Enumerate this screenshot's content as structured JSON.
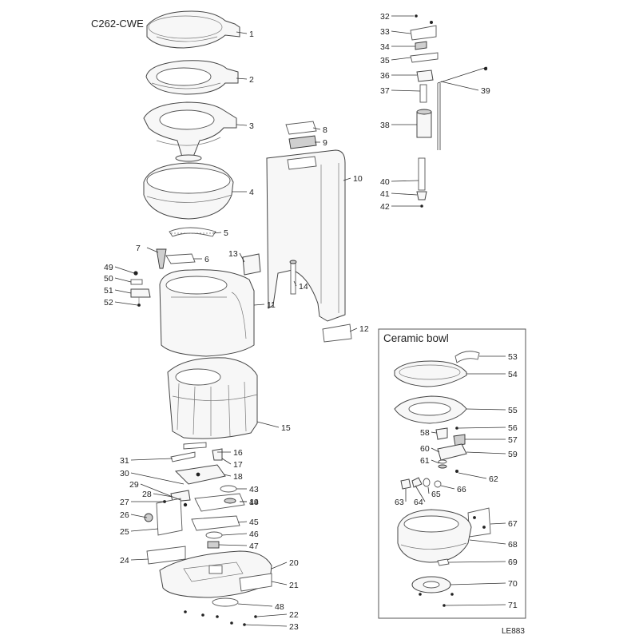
{
  "title": "C262-CWE",
  "code": "LE883",
  "inset_title": "Ceramic bowl",
  "callouts": [
    "1",
    "2",
    "3",
    "4",
    "5",
    "6",
    "7",
    "8",
    "9",
    "10",
    "11",
    "12",
    "13",
    "14",
    "15",
    "16",
    "17",
    "18",
    "19",
    "20",
    "21",
    "22",
    "23",
    "24",
    "25",
    "26",
    "27",
    "28",
    "29",
    "30",
    "31",
    "32",
    "33",
    "34",
    "35",
    "36",
    "37",
    "38",
    "39",
    "40",
    "41",
    "42",
    "43",
    "44",
    "45",
    "46",
    "47",
    "48",
    "49",
    "50",
    "51",
    "52",
    "53",
    "54",
    "55",
    "56",
    "57",
    "58",
    "59",
    "60",
    "61",
    "62",
    "63",
    "64",
    "65",
    "66",
    "67",
    "68",
    "69",
    "70",
    "71"
  ]
}
